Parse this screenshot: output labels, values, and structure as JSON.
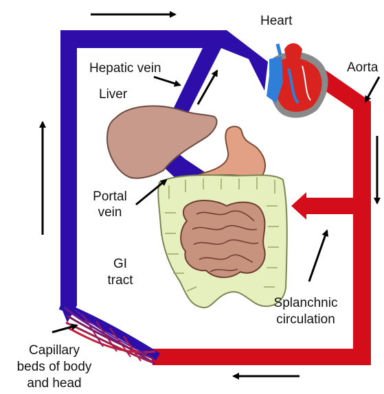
{
  "labels": {
    "heart": "Heart",
    "aorta": "Aorta",
    "hepatic_vein": "Hepatic vein",
    "liver": "Liver",
    "portal_vein_1": "Portal",
    "portal_vein_2": "vein",
    "gi_tract_1": "GI",
    "gi_tract_2": "tract",
    "splanchnic_1": "Splanchnic",
    "splanchnic_2": "circulation",
    "capillary_1": "Capillary",
    "capillary_2": "beds of body",
    "capillary_3": "and head"
  },
  "colors": {
    "vein": "#2e0ea8",
    "artery": "#d40d1a",
    "liver": "#c79a8c",
    "stomach": "#e2a085",
    "intestine": "#e6efbe",
    "small_intestine": "#c8937e",
    "heart_red": "#d8231f",
    "heart_blue": "#2f7fd8",
    "heart_gray": "#8a8a8a"
  }
}
